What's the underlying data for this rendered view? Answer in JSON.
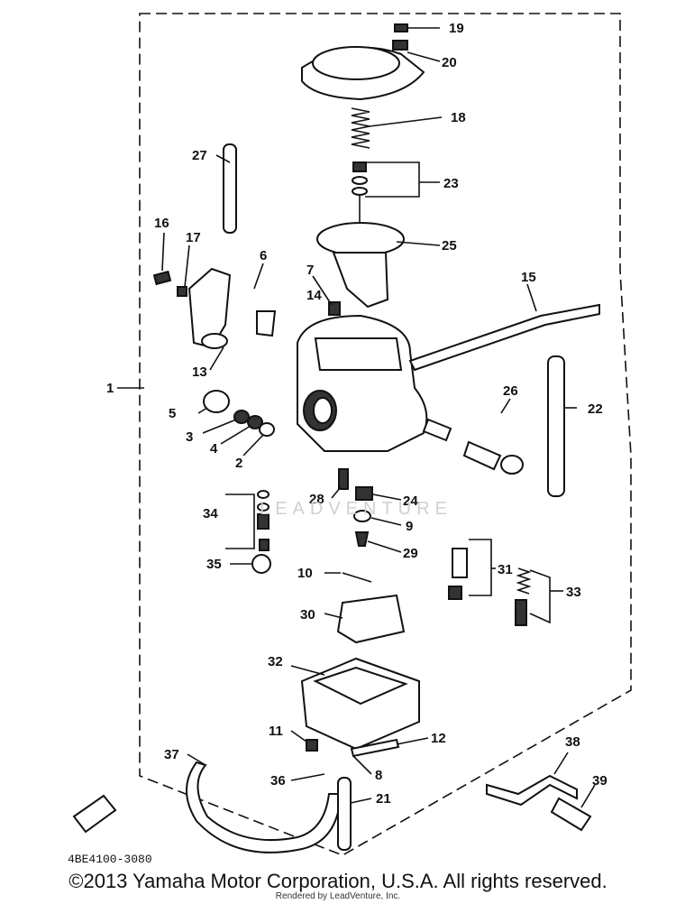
{
  "diagram": {
    "part_code": "4BE4100-3080",
    "watermark": "LEADVENTURE",
    "callouts": {
      "c1": "1",
      "c2": "2",
      "c3": "3",
      "c4": "4",
      "c5": "5",
      "c6": "6",
      "c7": "7",
      "c8": "8",
      "c9": "9",
      "c10": "10",
      "c11": "11",
      "c12": "12",
      "c13": "13",
      "c14": "14",
      "c15": "15",
      "c16": "16",
      "c17": "17",
      "c18": "18",
      "c19": "19",
      "c20": "20",
      "c21": "21",
      "c22": "22",
      "c23": "23",
      "c24": "24",
      "c25": "25",
      "c26": "26",
      "c27": "27",
      "c28": "28",
      "c29": "29",
      "c30": "30",
      "c31": "31",
      "c32": "32",
      "c33": "33",
      "c34": "34",
      "c35": "35",
      "c36": "36",
      "c37": "37",
      "c38": "38",
      "c39": "39"
    }
  },
  "footer": {
    "copyright": "©2013 Yamaha Motor Corporation, U.S.A. All rights reserved.",
    "rendered_by": "Rendered by LeadVenture, Inc."
  }
}
